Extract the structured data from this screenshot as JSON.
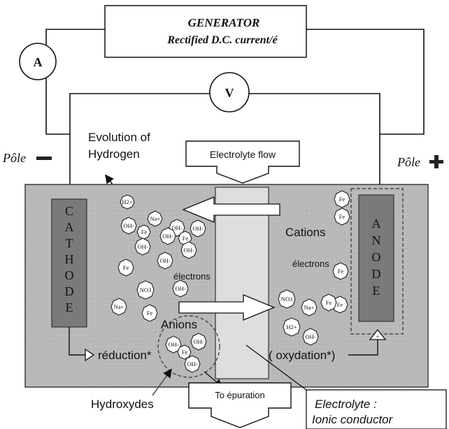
{
  "generator": {
    "title": "GENERATOR",
    "subtitle": "Rectified D.C. current/é"
  },
  "ammeter": {
    "label": "A"
  },
  "voltmeter": {
    "label": "V"
  },
  "poles": {
    "negative": "Pôle",
    "positive": "Pôle"
  },
  "labels": {
    "evolution_line1": "Evolution of",
    "evolution_line2": "Hydrogen",
    "electrolyte_flow": "Electrolyte flow",
    "cathode_letters": [
      "C",
      "A",
      "T",
      "H",
      "O",
      "D",
      "E"
    ],
    "anode_letters": [
      "A",
      "N",
      "O",
      "D",
      "E"
    ],
    "cations": "Cations",
    "electrons_left": "électrons",
    "electrons_right": "électrons",
    "anions": "Anions",
    "reduction": "réduction*",
    "oxydation": "( oxydation*)",
    "hydroxydes": "Hydroxydes",
    "to_epuration": "To épuration",
    "electrolyte_line1": "Electrolyte :",
    "electrolyte_line2": "Ionic conductor",
    "anode_plus": "+"
  },
  "ions": {
    "h2_top": "H2+",
    "na_top": "Na+",
    "oh_1": "OH-",
    "fe_1": "Fe",
    "oh_2": "OH-",
    "oh_3": "OH-",
    "fe_2": "Fe",
    "oh_4": "OH-",
    "oh_5": "OH-",
    "oh_6": "OH-",
    "fe_3": "Fe",
    "oh_7": "OH-",
    "no3_left": "NO3",
    "oh_8": "OH-",
    "na_left": "Na+",
    "fe_4": "Fe",
    "fe_r1": "Fe",
    "fe_r2": "Fe",
    "fe_r3": "Fe",
    "fe_r4": "Fe",
    "no3_right": "NO3",
    "na_right": "Na+",
    "fe_r5": "Fe",
    "h2_right": "H2+",
    "oh_right": "OH-",
    "oh_c1": "OH-",
    "oh_c2": "OH-",
    "fe_c": "Fe",
    "oh_c3": "OH-"
  },
  "colors": {
    "tank": "#b9b9b9",
    "electrode": "#7a7a7a",
    "membrane": "#dedede"
  }
}
